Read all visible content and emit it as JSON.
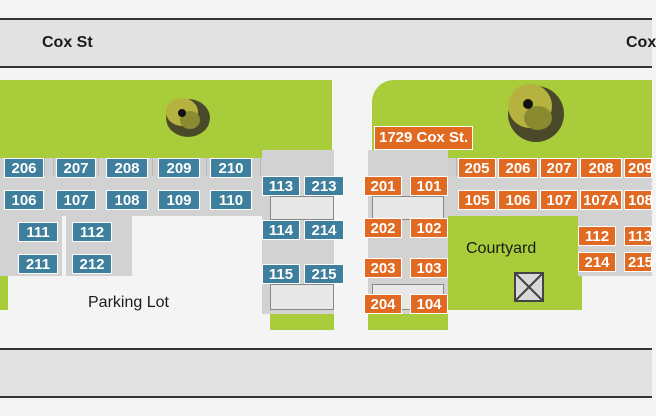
{
  "streets": {
    "top_left": "Cox St",
    "top_right": "Cox"
  },
  "areas": {
    "parking": "Parking Lot",
    "courtyard": "Courtyard",
    "address": "1729 Cox St."
  },
  "colors": {
    "left_building_units": "#3e7f9d",
    "right_building_units": "#e06a22",
    "lawn": "#a8cc3a"
  },
  "icons": [
    "tree-icon",
    "tree-icon",
    "mailbox-icon"
  ],
  "units": {
    "left_top": [
      "206",
      "207",
      "208",
      "209",
      "210"
    ],
    "left_second": [
      "106",
      "107",
      "108",
      "109",
      "110"
    ],
    "left_lower_a": [
      "111",
      "112"
    ],
    "left_lower_b": [
      "211",
      "212"
    ],
    "left_stair_left": [
      "113",
      "114",
      "115"
    ],
    "left_stair_right": [
      "213",
      "214",
      "215"
    ],
    "right_stair_left": [
      "201",
      "202",
      "203",
      "204"
    ],
    "right_stair_right": [
      "101",
      "102",
      "103",
      "104"
    ],
    "right_top": [
      "205",
      "206",
      "207",
      "208",
      "209"
    ],
    "right_second": [
      "105",
      "106",
      "107",
      "107A",
      "108"
    ],
    "right_lower_a": [
      "112",
      "113"
    ],
    "right_lower_b": [
      "214",
      "215"
    ]
  }
}
